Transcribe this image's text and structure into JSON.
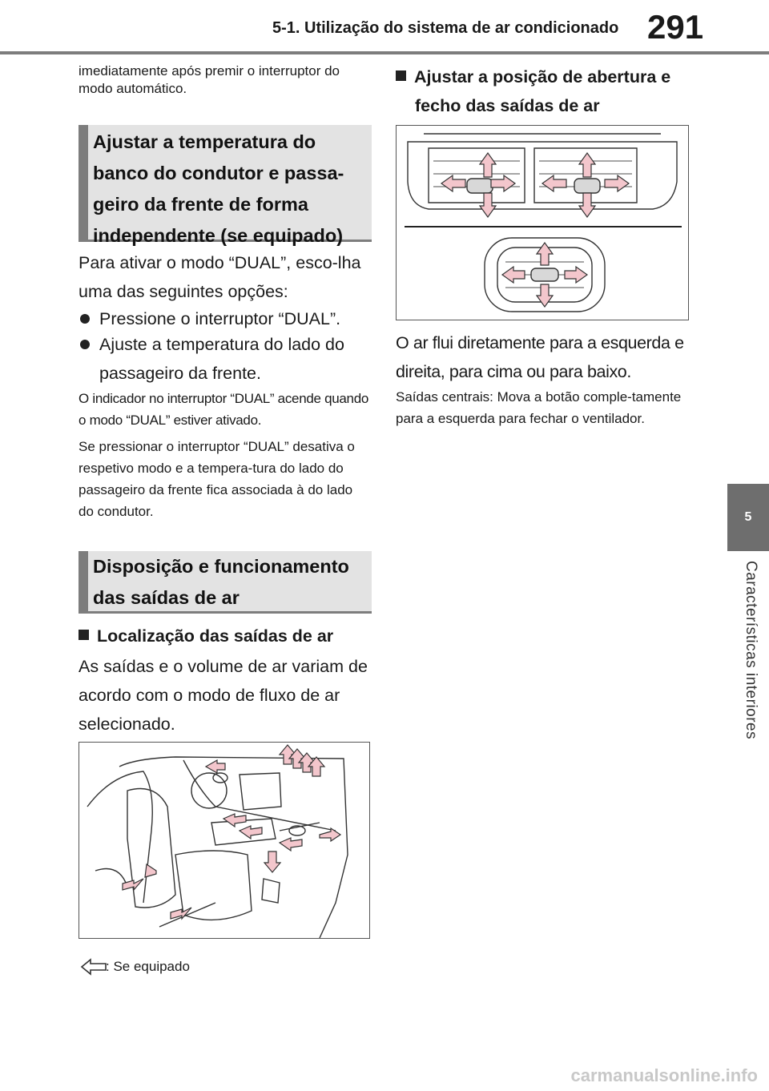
{
  "header": {
    "section_title": "5-1. Utilização do sistema de ar condicionado",
    "page_number": "291"
  },
  "side_tab": {
    "chapter_number": "5",
    "chapter_label": "Características interiores"
  },
  "left_column": {
    "intro": "imediatamente após premir o interruptor do modo automático.",
    "section1_title": "Ajustar a temperatura do banco do condutor e passa-geiro da frente de forma independente (se equipado)",
    "section1_body": "Para ativar o modo “DUAL”, esco-lha uma das seguintes opções:",
    "bullets": [
      "Pressione o interruptor “DUAL”.",
      "Ajuste a temperatura do lado do passageiro da frente."
    ],
    "note1": "O indicador no interruptor “DUAL” acende quando o modo “DUAL” estiver ativado.",
    "note2": "Se pressionar o interruptor “DUAL” desativa o respetivo modo e a tempera-tura do lado do passageiro da frente fica associada à do lado do condutor.",
    "section2_title": "Disposição e funcionamento das saídas de ar",
    "subhead1": "Localização das saídas de ar",
    "subhead1_body": "As saídas e o volume de ar variam de acordo com o modo de fluxo de ar selecionado.",
    "legend_text": ": Se equipado"
  },
  "right_column": {
    "subhead2": "Ajustar a posição de abertura e fecho das saídas de ar",
    "airflow_text": "O ar flui diretamente para a esquerda e direita, para cima ou para baixo.",
    "vent_note": "Saídas centrais: Mova a botão comple-tamente para a esquerda para fechar o ventilador."
  },
  "watermark": "carmanualsonline.info",
  "colors": {
    "arrow_fill": "#f3c6cc",
    "tab_gray": "#6e6e6e",
    "box_gray": "#e3e3e3"
  }
}
